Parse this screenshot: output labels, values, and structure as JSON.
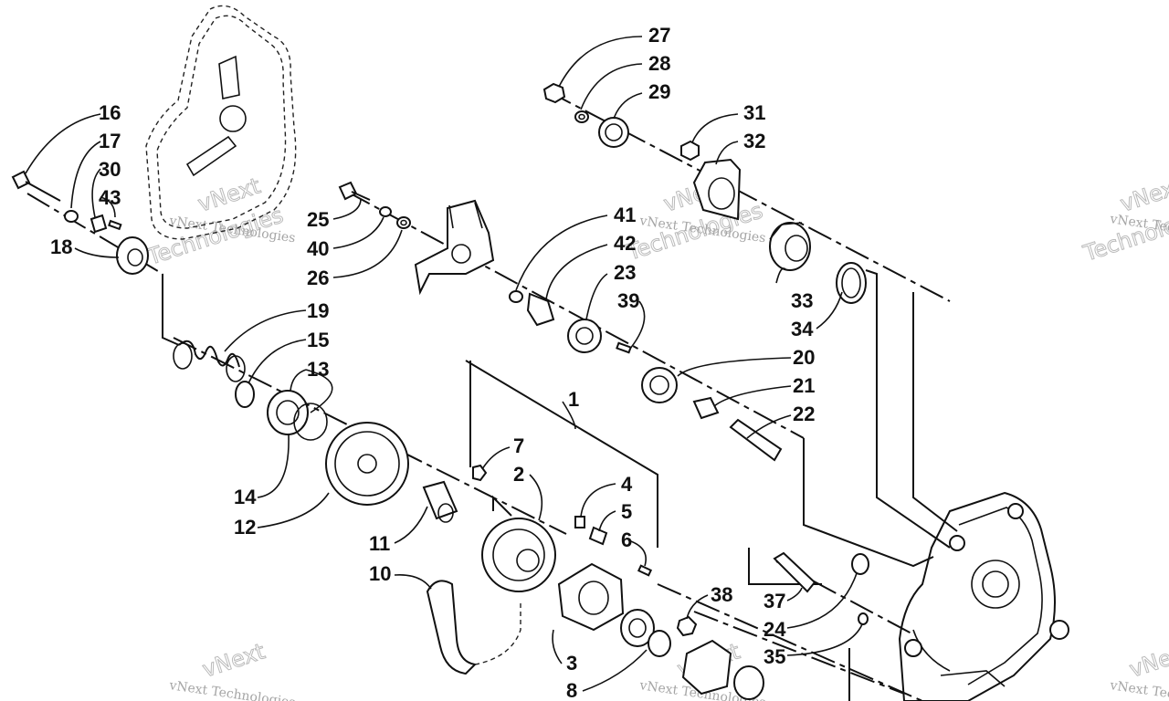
{
  "diagram": {
    "labels": {
      "p1": "1",
      "p2": "2",
      "p3": "3",
      "p4": "4",
      "p5": "5",
      "p6": "6",
      "p7": "7",
      "p8": "8",
      "p10": "10",
      "p11": "11",
      "p12": "12",
      "p13": "13",
      "p14": "14",
      "p15": "15",
      "p16": "16",
      "p17": "17",
      "p18": "18",
      "p19": "19",
      "p20": "20",
      "p21": "21",
      "p22": "22",
      "p23": "23",
      "p24": "24",
      "p25": "25",
      "p26": "26",
      "p27": "27",
      "p28": "28",
      "p29": "29",
      "p30": "30",
      "p31": "31",
      "p32": "32",
      "p33": "33",
      "p34": "34",
      "p35": "35",
      "p37": "37",
      "p38": "38",
      "p39": "39",
      "p40": "40",
      "p41": "41",
      "p42": "42",
      "p43": "43"
    },
    "watermark": {
      "brand": "vNext",
      "line1": "vNext Technologies",
      "line2": "Technologies"
    }
  }
}
